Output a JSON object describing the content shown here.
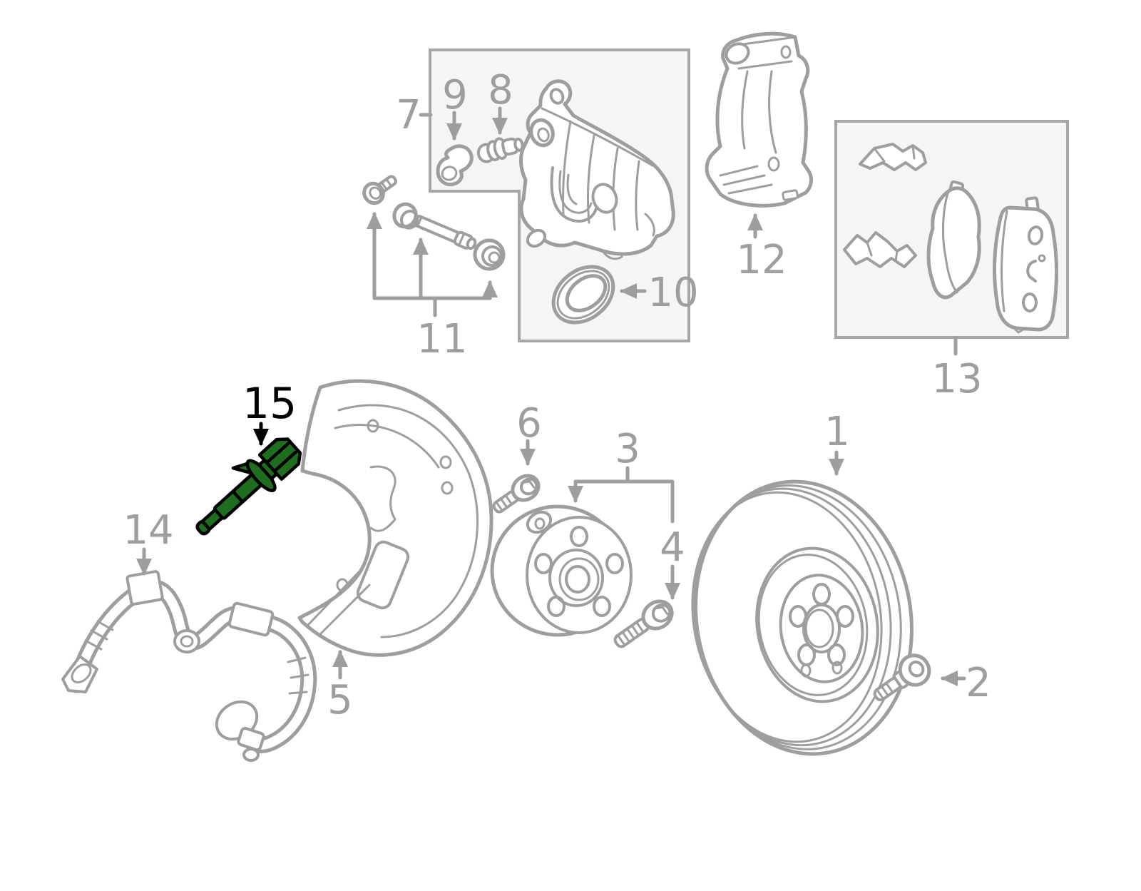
{
  "colors": {
    "background": "#ffffff",
    "line": "#9e9e9e",
    "box_fill": "#f5f5f5",
    "box_stroke": "#a6a6a6",
    "highlight_fill": "#1f6e1f",
    "highlight_stroke": "#000000",
    "label": "#9e9e9e",
    "highlight_label": "#000000"
  },
  "labels": [
    "1",
    "2",
    "3",
    "4",
    "5",
    "6",
    "7",
    "8",
    "9",
    "10",
    "11",
    "12",
    "13",
    "14",
    "15"
  ],
  "highlighted_callout": "15"
}
